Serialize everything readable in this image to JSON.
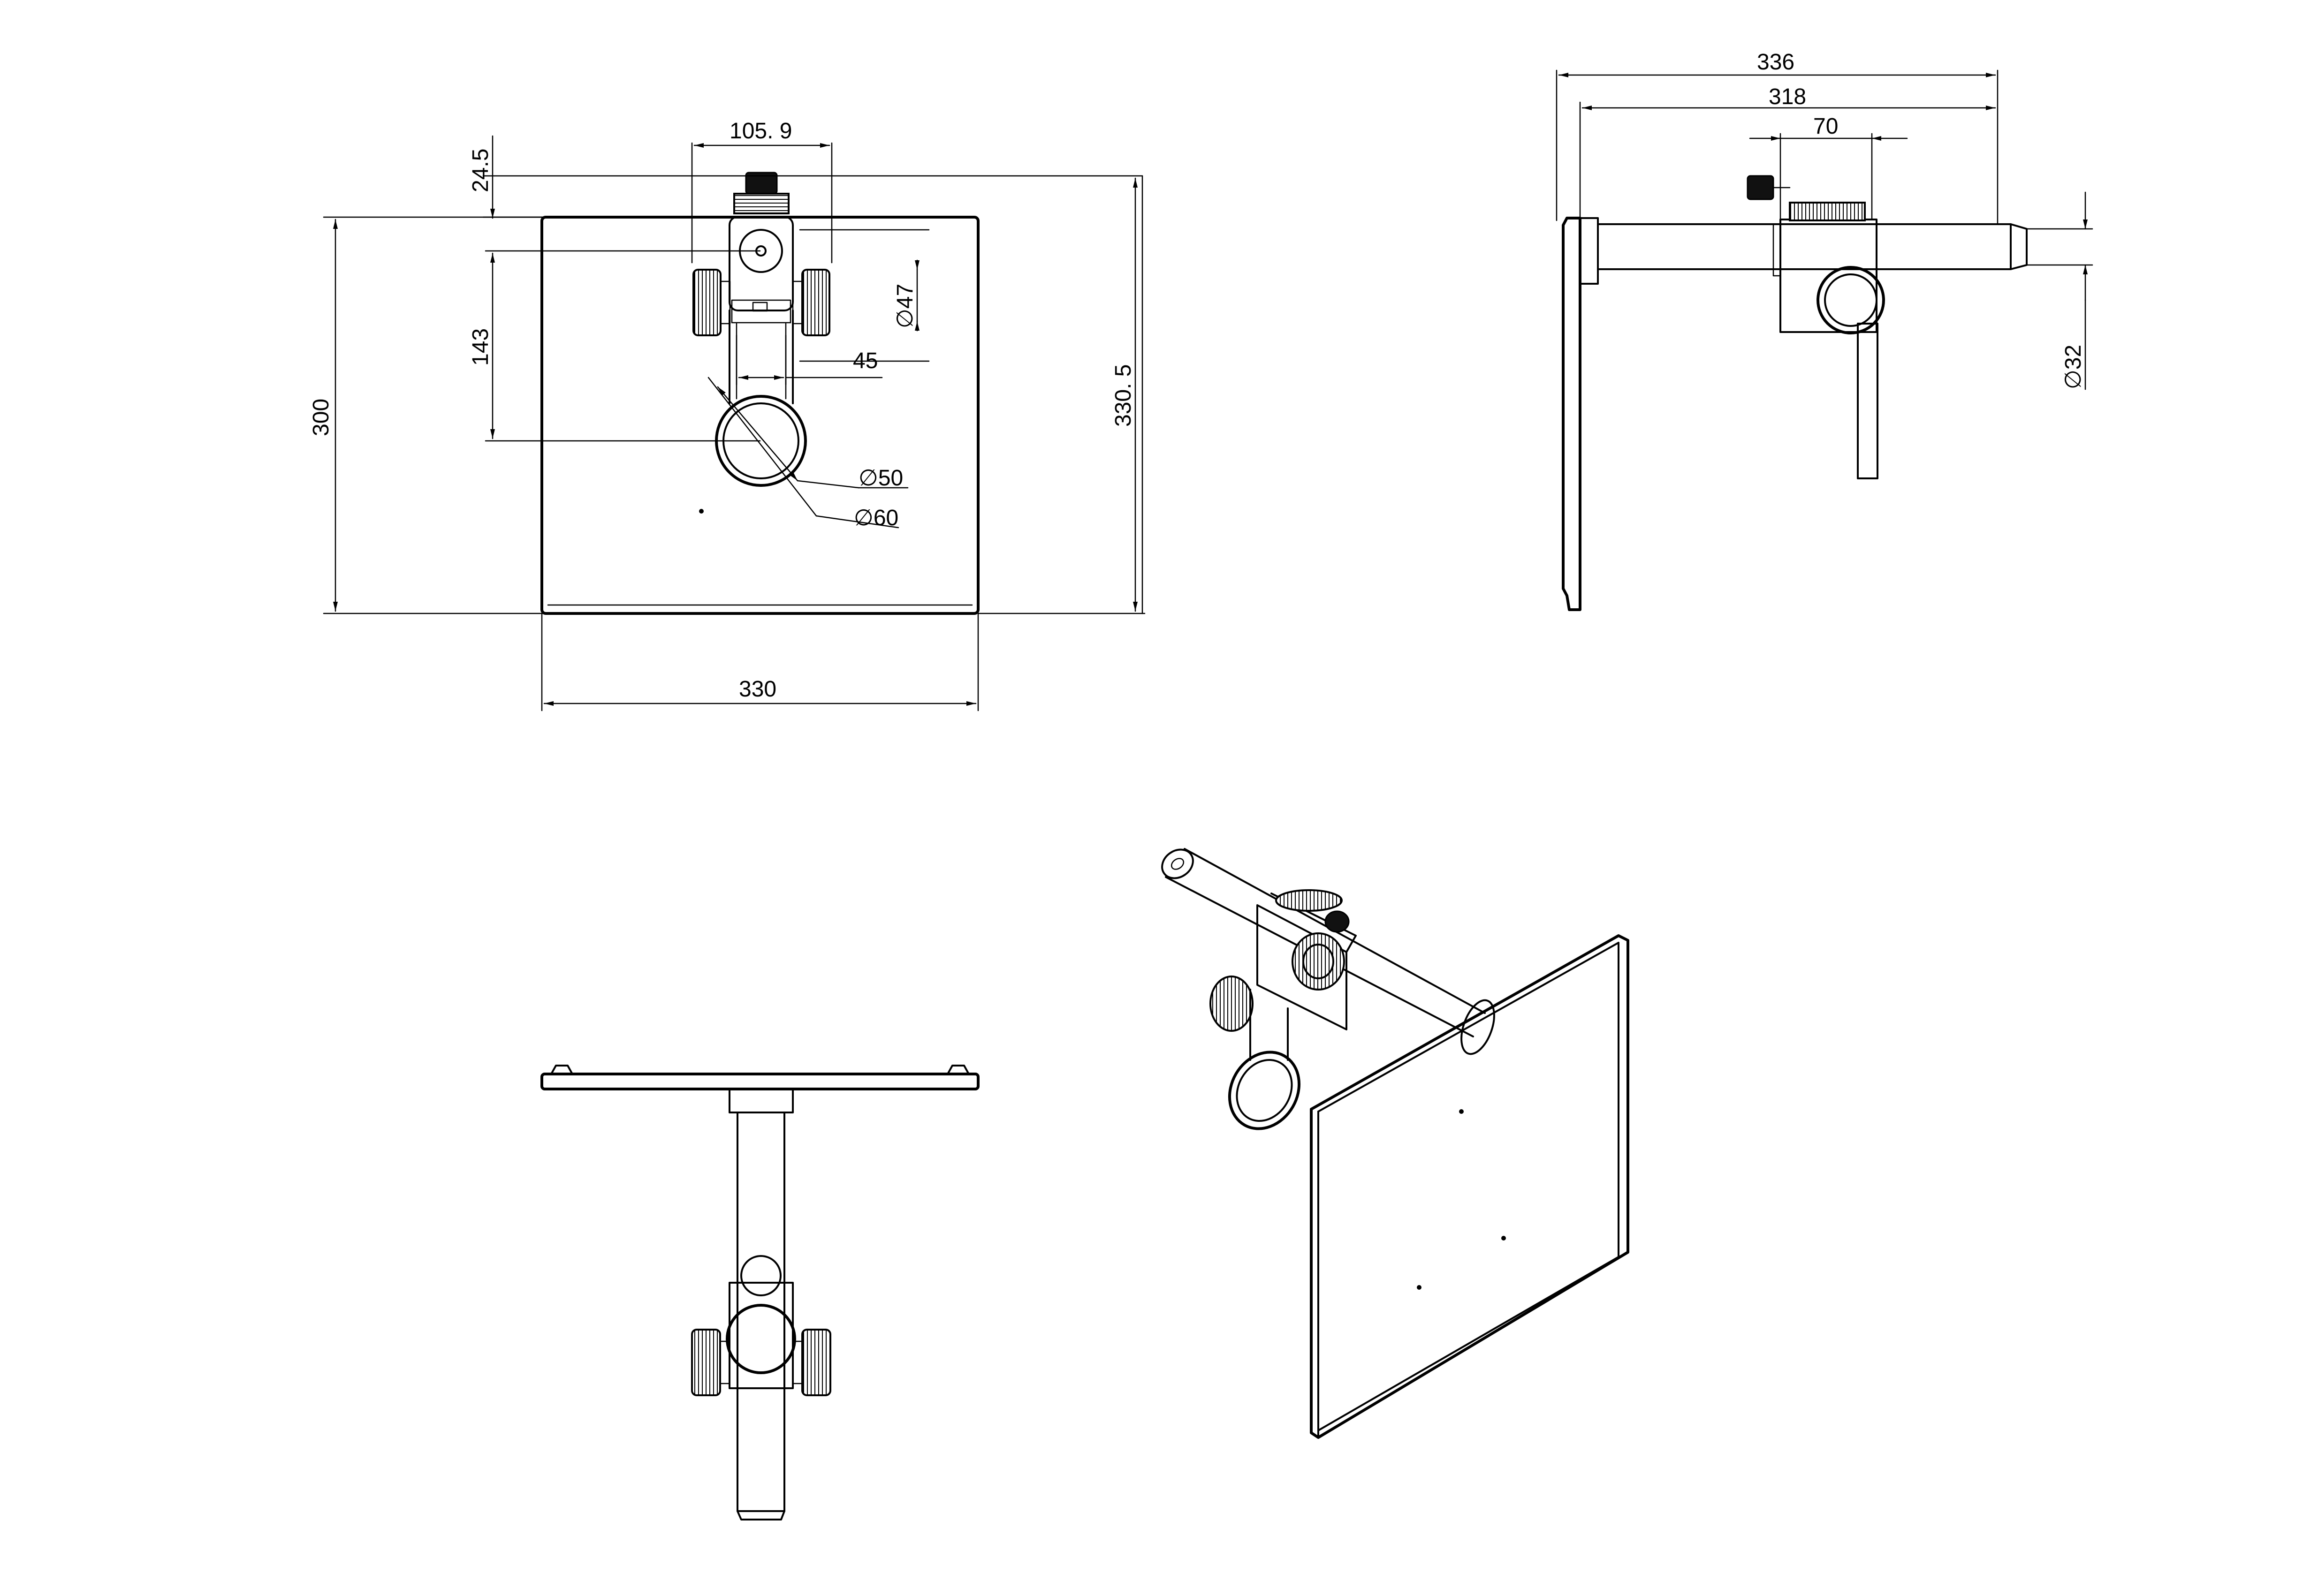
{
  "front_view": {
    "dim_top_width": "105. 9",
    "dim_top_offset": "24.5",
    "dim_height": "300",
    "dim_center": "143",
    "dim_total_height": "330. 5",
    "dim_width": "330",
    "dim_pin_dia": "47",
    "dim_offset": "45",
    "dim_ring_inner": "50",
    "dim_ring_outer": "60",
    "dia_symbol": "∅"
  },
  "side_view": {
    "dim_overall": "336",
    "dim_plate": "318",
    "dim_clamp": "70",
    "dim_rod_dia": "32",
    "dia_symbol": "∅"
  }
}
